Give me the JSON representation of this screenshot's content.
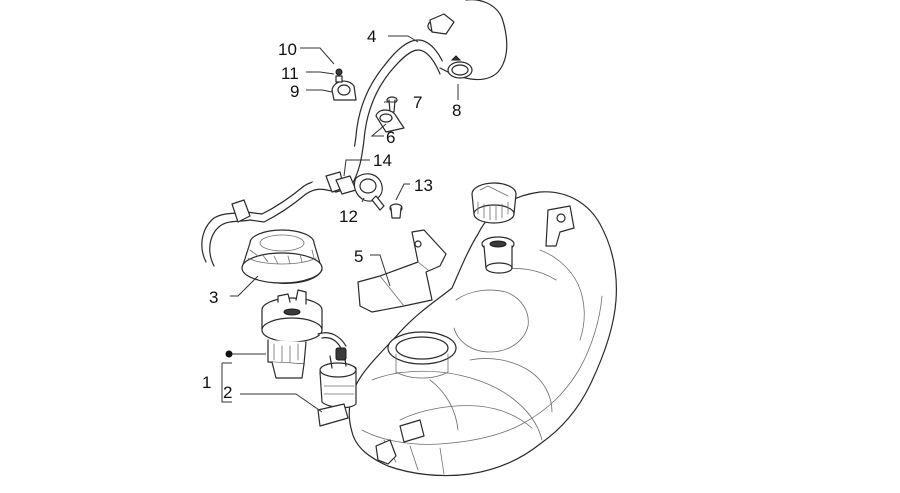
{
  "diagram": {
    "callouts": [
      {
        "id": "c1",
        "label": "1"
      },
      {
        "id": "c2",
        "label": "2"
      },
      {
        "id": "c3",
        "label": "3"
      },
      {
        "id": "c4",
        "label": "4"
      },
      {
        "id": "c5",
        "label": "5"
      },
      {
        "id": "c6",
        "label": "6"
      },
      {
        "id": "c7",
        "label": "7"
      },
      {
        "id": "c8",
        "label": "8"
      },
      {
        "id": "c9",
        "label": "9"
      },
      {
        "id": "c10",
        "label": "10"
      },
      {
        "id": "c11",
        "label": "11"
      },
      {
        "id": "c12",
        "label": "12"
      },
      {
        "id": "c13",
        "label": "13"
      },
      {
        "id": "c14",
        "label": "14"
      }
    ],
    "colors": {
      "line": "#2a2a2a",
      "background": "#ffffff"
    }
  }
}
